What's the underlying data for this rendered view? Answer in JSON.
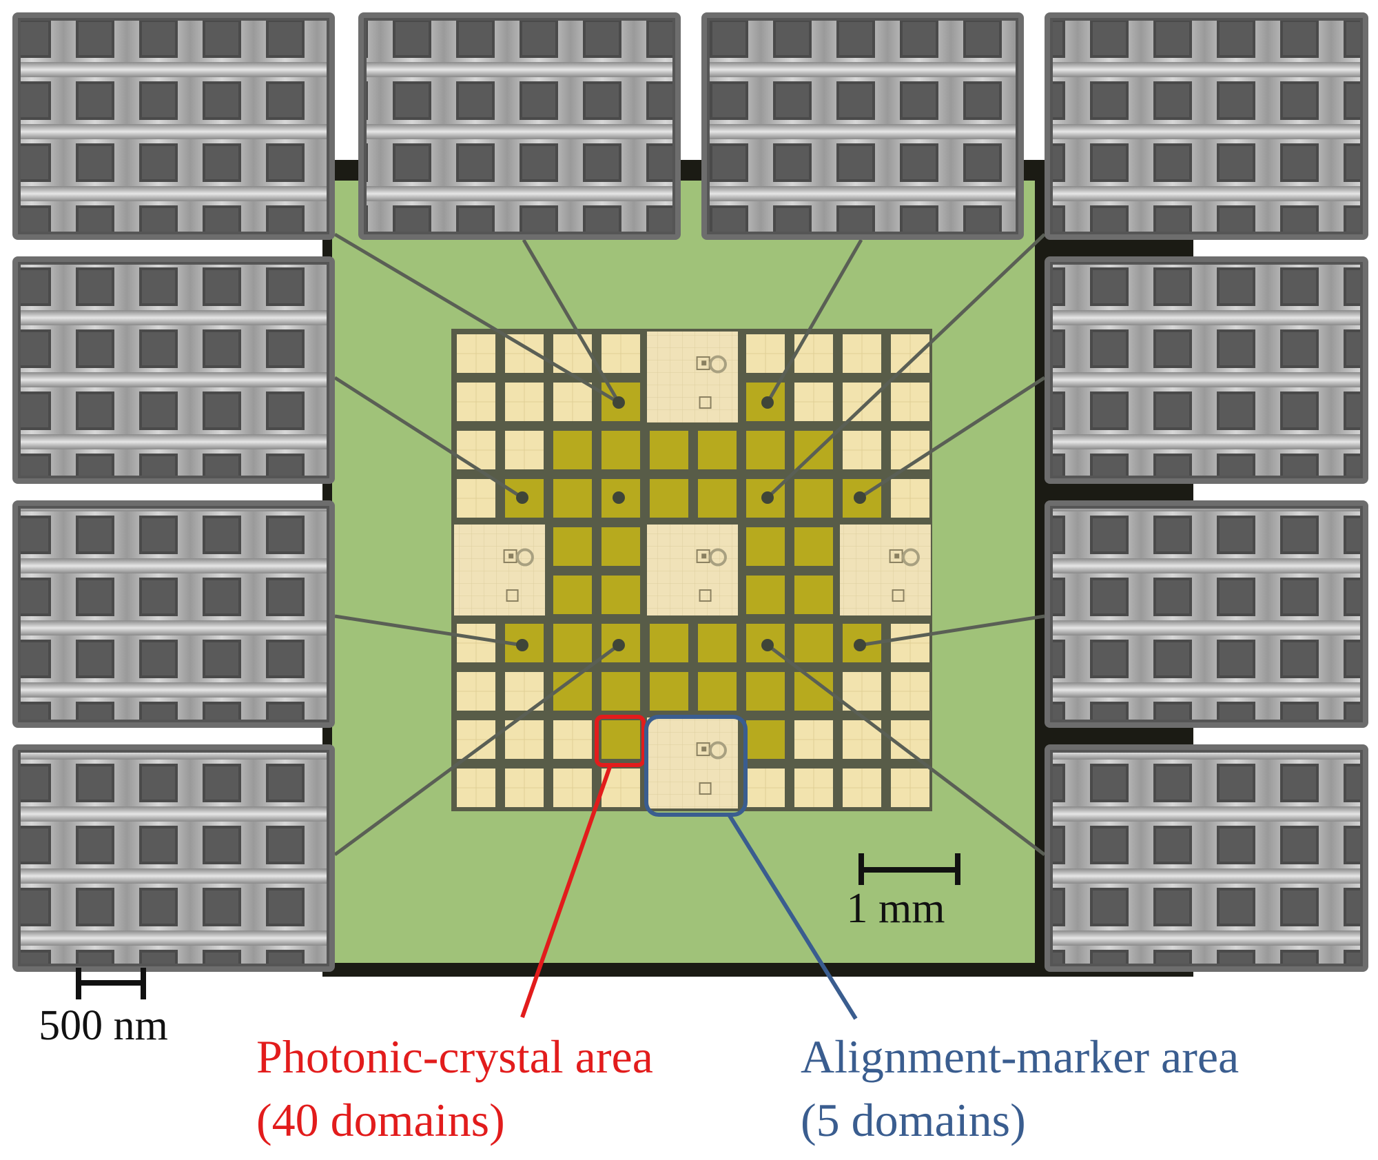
{
  "figure": {
    "scale_bar_chip": {
      "label": "1 mm"
    },
    "scale_bar_sem": {
      "label": "500 nm"
    },
    "photonic_crystal": {
      "line1": "Photonic-crystal area",
      "line2": "(40 domains)"
    },
    "alignment_marker": {
      "line1": "Alignment-marker area",
      "line2": "(5 domains)"
    }
  },
  "colors": {
    "chip_green": "#9dbf74",
    "photonic_domain": "#b7aa1e",
    "empty_cell": "#f2e3ae",
    "alignment_block": "#f0e2b8",
    "grid_line": "#585c48",
    "sem_frame": "#6d6d6d",
    "red_annotation": "#e21c1c",
    "blue_annotation": "#3a5d8f"
  }
}
